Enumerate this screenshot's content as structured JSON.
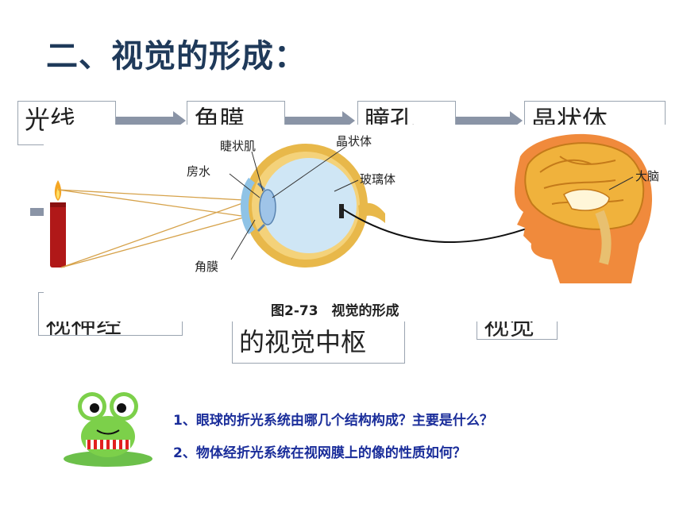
{
  "slide": {
    "title": "二、视觉的形成：",
    "flow_row1": [
      "光线",
      "角膜",
      "瞳孔",
      "晶状体"
    ],
    "flow_row2": [
      "视神经",
      "的视觉中枢",
      "视觉"
    ],
    "figure": {
      "labels": {
        "ciliary_muscle": "睫状肌",
        "lens": "晶状体",
        "aqueous_humor": "房水",
        "vitreous_body": "玻璃体",
        "cornea": "角膜",
        "brain": "大脑"
      },
      "caption": "图2-73　视觉的形成"
    },
    "questions": [
      "1、眼球的折光系统由哪几个结构构成？主要是什么？",
      "2、物体经折光系统在视网膜上的像的性质如何？"
    ]
  },
  "colors": {
    "title": "#1f3a5a",
    "question": "#1a2d9a",
    "arrow": "#8a94a6",
    "eye_outer": "#e8b84a",
    "eye_inner": "#cfe6f5",
    "brain": "#f0b23c",
    "skin": "#f08a3c",
    "candle": "#b01818"
  },
  "icons": {
    "mascot": "frog-mascot-icon",
    "candle": "candle-icon",
    "eye": "eyeball-diagram",
    "head": "head-brain-diagram"
  }
}
